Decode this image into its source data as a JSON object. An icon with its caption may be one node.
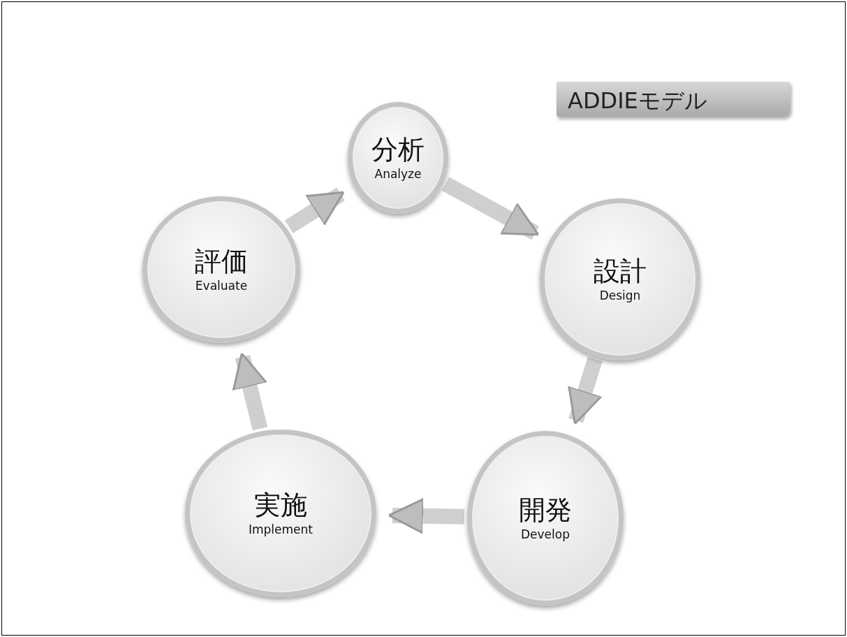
{
  "diagram": {
    "title": "ADDIEモデル",
    "nodes": [
      {
        "text": [
          "分析",
          "Analyze"
        ]
      },
      {
        "text": [
          "設計",
          "Design"
        ]
      },
      {
        "text": [
          "開発",
          "Develop"
        ]
      },
      {
        "text": [
          "実施",
          "Implement"
        ]
      },
      {
        "text": [
          "評価",
          "Evaluate"
        ]
      }
    ],
    "edges": [
      {
        "from": 0,
        "to": 1,
        "arrow": "to"
      },
      {
        "from": 1,
        "to": 2,
        "arrow": "to"
      },
      {
        "from": 2,
        "to": 3,
        "arrow": "to"
      },
      {
        "from": 3,
        "to": 4,
        "arrow": "to"
      },
      {
        "from": 4,
        "to": 0,
        "arrow": "to"
      }
    ]
  }
}
